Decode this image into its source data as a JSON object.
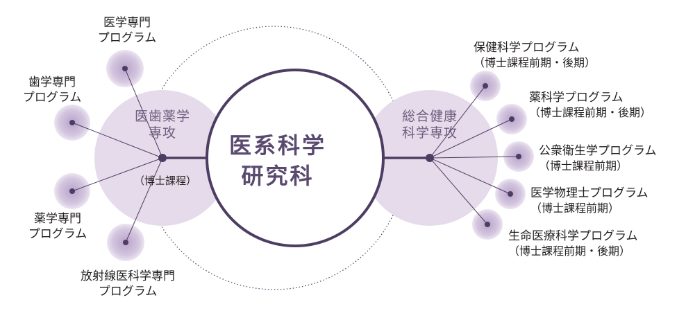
{
  "center": {
    "line1": "医系科学",
    "line2": "研究科"
  },
  "left_dept": {
    "line1": "医歯薬学",
    "line2": "専攻",
    "note": "（博士課程）"
  },
  "right_dept": {
    "line1": "総合健康",
    "line2": "科学専攻"
  },
  "left_programs": [
    {
      "line1": "医学専門",
      "line2": "プログラム"
    },
    {
      "line1": "歯学専門",
      "line2": "プログラム"
    },
    {
      "line1": "薬学専門",
      "line2": "プログラム"
    },
    {
      "line1": "放射線医科学専門",
      "line2": "プログラム"
    }
  ],
  "right_programs": [
    {
      "line1": "保健科学プログラム",
      "line2": "（博士課程前期・後期）"
    },
    {
      "line1": "薬科学プログラム",
      "line2": "（博士課程前期・後期）"
    },
    {
      "line1": "公衆衛生学プログラム",
      "line2": "（博士課程前期）"
    },
    {
      "line1": "医学物理士プログラム",
      "line2": "（博士課程前期）"
    },
    {
      "line1": "生命医療科学プログラム",
      "line2": "（博士課程前期・後期）"
    }
  ],
  "colors": {
    "main": "#4d3d63",
    "dept_fill": "#e6dbea",
    "node_fill": "#c9b8d6",
    "text_purple": "#6e5d80"
  }
}
